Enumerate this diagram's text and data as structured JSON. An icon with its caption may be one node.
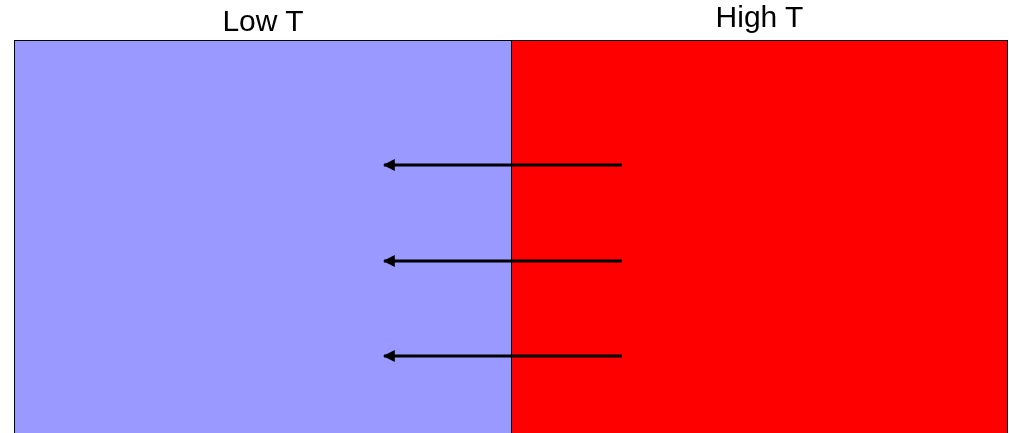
{
  "diagram": {
    "nodes": [
      {
        "text": [
          "Low T"
        ]
      },
      {
        "text": [
          "High T"
        ]
      }
    ],
    "edges": [
      {
        "from": 1,
        "to": 0,
        "arrow": "to"
      },
      {
        "from": 1,
        "to": 0,
        "arrow": "to"
      },
      {
        "from": 1,
        "to": 0,
        "arrow": "to"
      }
    ]
  }
}
